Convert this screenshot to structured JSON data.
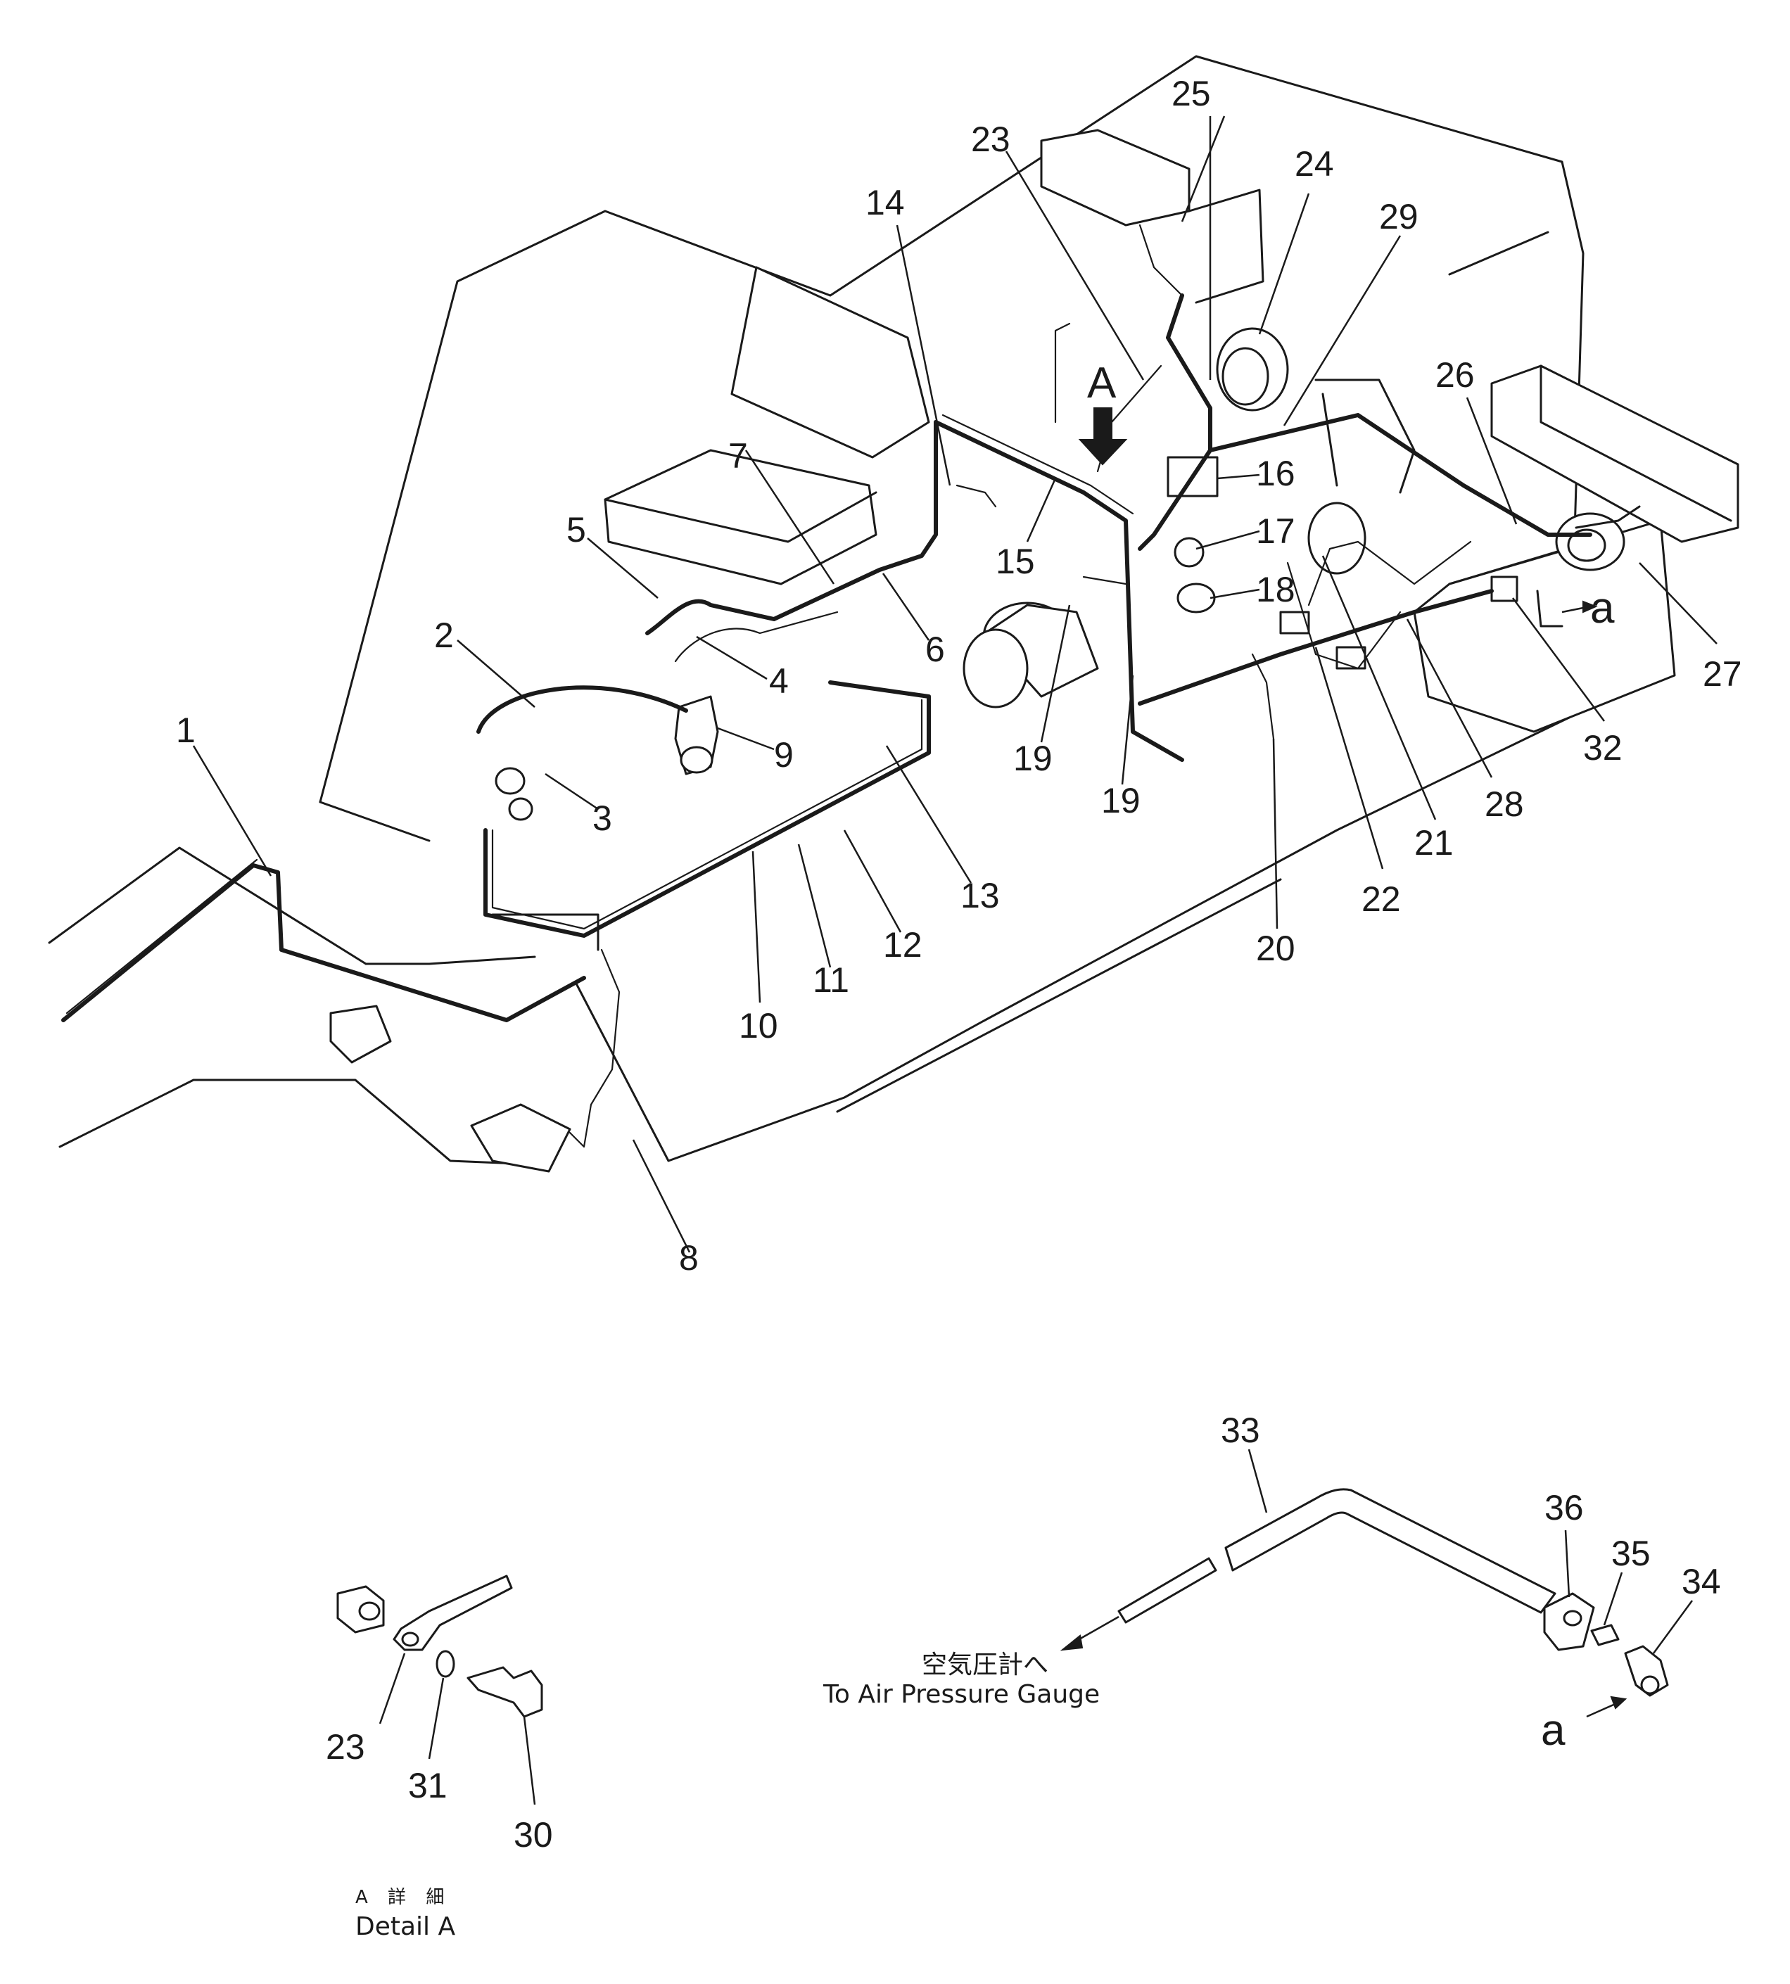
{
  "callouts": [
    "1",
    "2",
    "3",
    "4",
    "5",
    "6",
    "7",
    "8",
    "9",
    "10",
    "11",
    "12",
    "13",
    "14",
    "15",
    "16",
    "17",
    "18",
    "19",
    "19",
    "20",
    "21",
    "22",
    "23",
    "24",
    "25",
    "26",
    "27",
    "28",
    "29",
    "32",
    "33",
    "34",
    "35",
    "36",
    "23",
    "31",
    "30"
  ],
  "view_markers": {
    "arrow_a": "A",
    "port_a_upper": "a",
    "port_a_lower": "a"
  },
  "detail_a": {
    "caption_jp": "A 詳 細",
    "caption_en": "Detail A"
  },
  "air_gauge": {
    "note_jp": "空気圧計へ",
    "note_en": "To Air Pressure Gauge"
  }
}
